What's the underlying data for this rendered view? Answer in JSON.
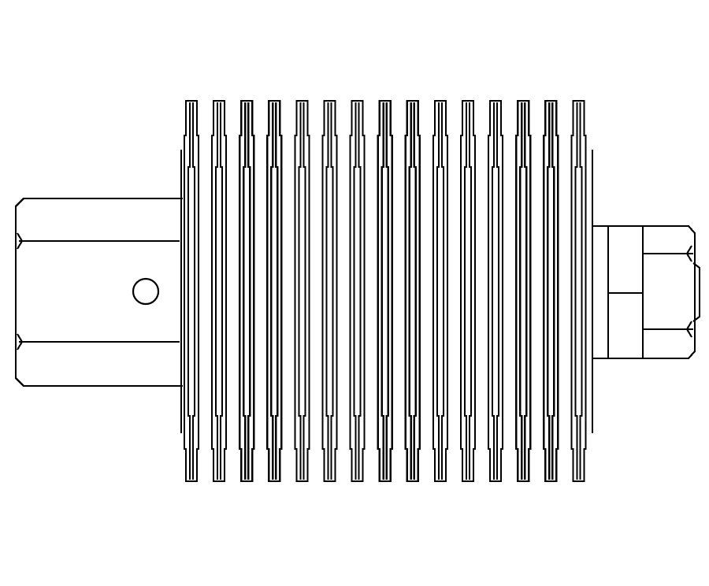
{
  "diagram": {
    "kind": "mechanical-line-drawing",
    "subject": "finned-heatsink-attenuator",
    "colors": {
      "background": "#ffffff",
      "stroke": "#000000"
    },
    "fin_count": 15
  }
}
